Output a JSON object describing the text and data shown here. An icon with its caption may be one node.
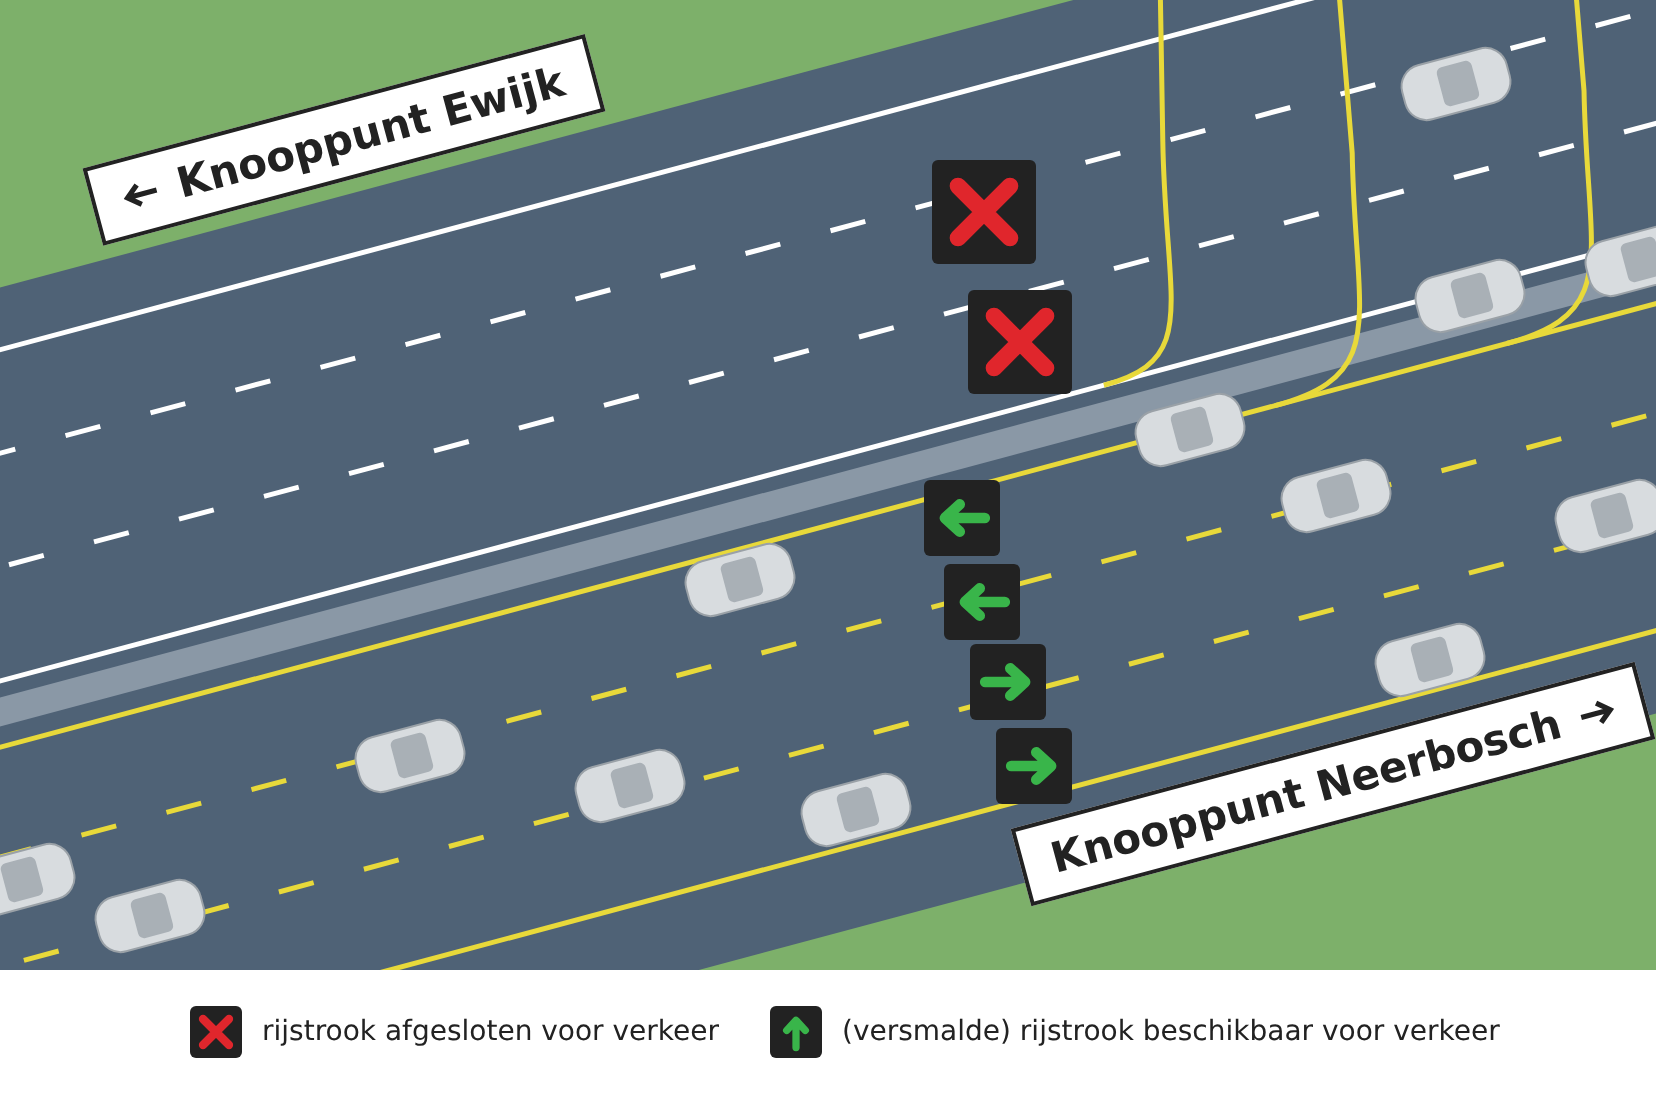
{
  "diagram": {
    "labels": [
      "Knooppunt Ewijk",
      "Knooppunt Neerbosch"
    ],
    "legend": [
      {
        "text": "rijstrook afgesloten voor verkeer"
      },
      {
        "text": "(versmalde) rijstrook beschikbaar voor verkeer"
      }
    ]
  }
}
